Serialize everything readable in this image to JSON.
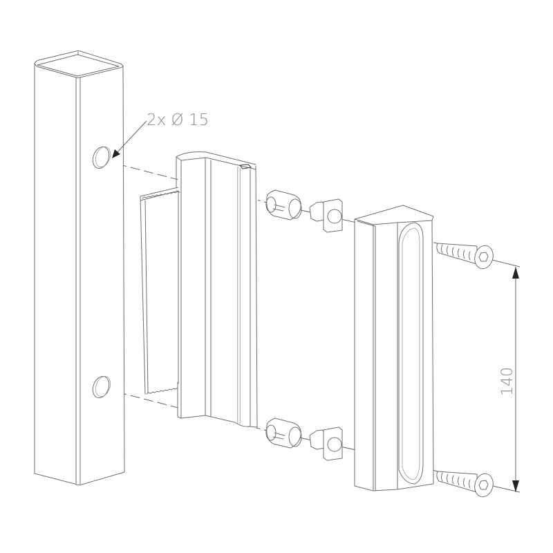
{
  "diagram": {
    "type": "exploded-assembly-drawing",
    "subject": "Surface-mounted gate pull handle fitted to square post",
    "annotations": {
      "hole_callout": "2x Ø 15",
      "spacing_dimension": "140"
    },
    "components": [
      {
        "id": "square-post",
        "label": "Square tube post"
      },
      {
        "id": "post-holes",
        "label": "Mounting holes (2x)"
      },
      {
        "id": "rubber-strip",
        "label": "Serrated rubber/seal strip"
      },
      {
        "id": "handle-base",
        "label": "Handle mounting profile"
      },
      {
        "id": "sleeve-insert",
        "label": "Slotted sleeve insert (2x)"
      },
      {
        "id": "square-bush",
        "label": "Square bush insert (2x)"
      },
      {
        "id": "pull-handle",
        "label": "Pull handle grip"
      },
      {
        "id": "countersunk-screw",
        "label": "Countersunk hex socket screw (2x)"
      }
    ],
    "colors": {
      "line": "#6e6e6e",
      "background": "#ffffff",
      "text": "#8a8a8a"
    }
  }
}
